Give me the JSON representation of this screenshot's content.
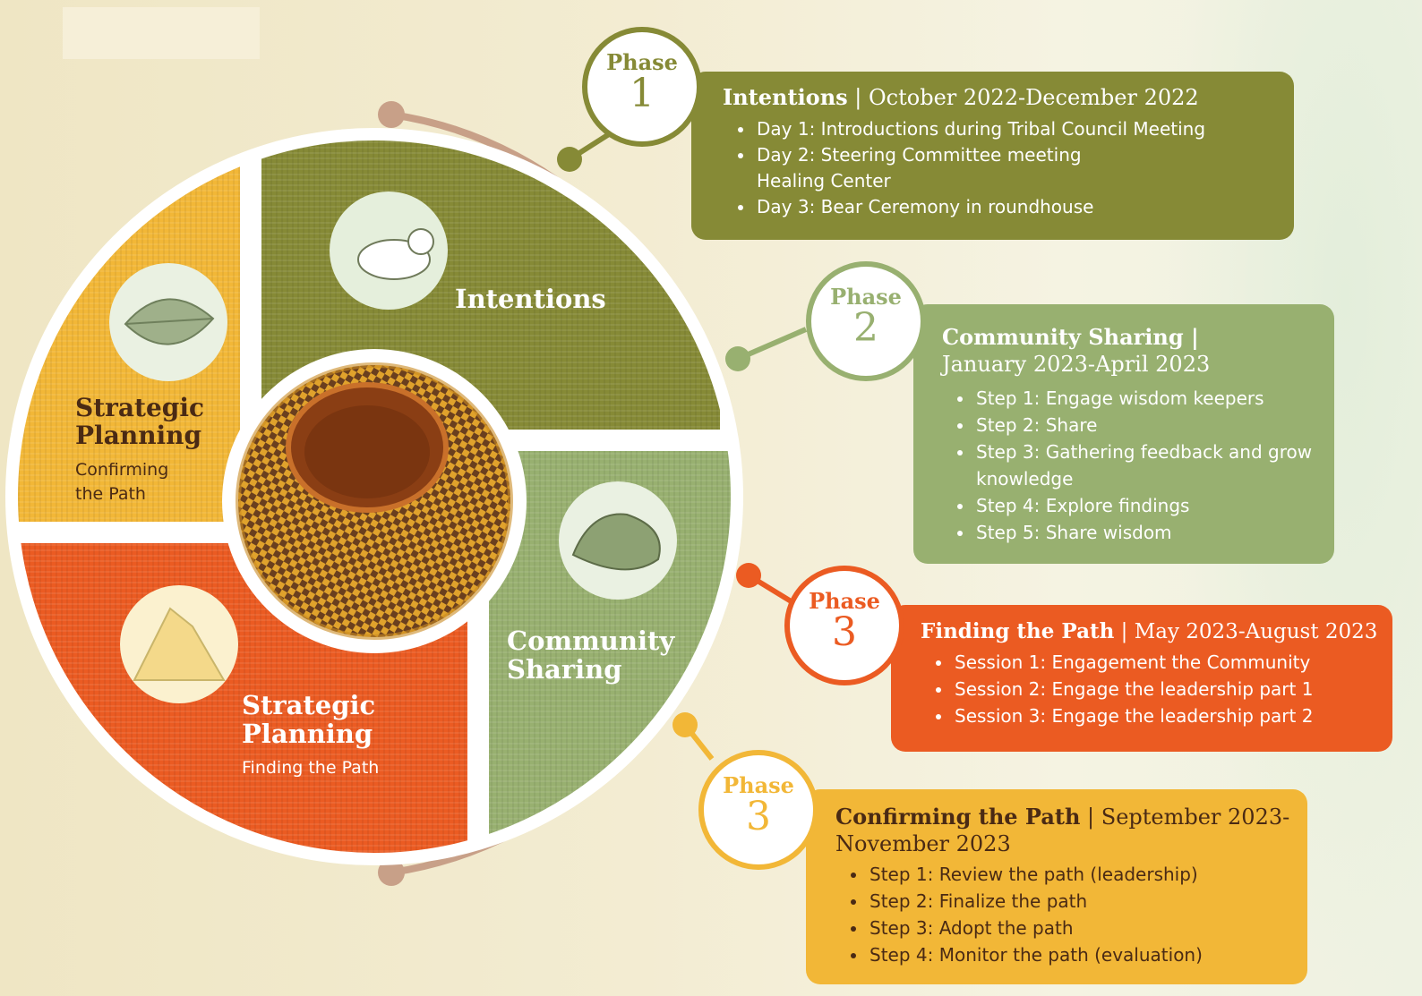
{
  "colors": {
    "olive": "#868a36",
    "sage": "#98b070",
    "orange": "#eb5b22",
    "gold": "#f2b737",
    "ring": "#c8a088"
  },
  "wheel": {
    "intentions": {
      "label": "Intentions",
      "icon": "bear-icon"
    },
    "community": {
      "label_line1": "Community",
      "label_line2": "Sharing",
      "icon": "oak-leaf-icon"
    },
    "finding": {
      "label_line1": "Strategic",
      "label_line2": "Planning",
      "sub": "Finding the Path",
      "icon": "mountain-icon"
    },
    "confirming": {
      "label_line1": "Strategic",
      "label_line2": "Planning",
      "sub_line1": "Confirming",
      "sub_line2": "the Path",
      "icon": "leaf-icon"
    },
    "center_icon": "woven-basket-icon"
  },
  "phases": [
    {
      "word": "Phase",
      "num": "1",
      "title": "Intentions",
      "dates": "October 2022-December 2022",
      "items": [
        "Day 1: Introductions during Tribal Council Meeting",
        "Day 2: Steering Committee meeting",
        "Healing Center",
        "Day 3: Bear Ceremony in roundhouse"
      ]
    },
    {
      "word": "Phase",
      "num": "2",
      "title": "Community Sharing |",
      "dates": "January 2023-April 2023",
      "items": [
        "Step 1: Engage wisdom keepers",
        "Step 2: Share",
        "Step 3:  Gathering feedback and grow knowledge",
        "Step 4: Explore findings",
        "Step 5: Share wisdom"
      ]
    },
    {
      "word": "Phase",
      "num": "3",
      "title": "Finding the Path",
      "dates": "May 2023-August 2023",
      "items": [
        "Session 1: Engagement the Community",
        "Session 2: Engage the leadership part 1",
        "Session 3: Engage the leadership part 2"
      ]
    },
    {
      "word": "Phase",
      "num": "3",
      "title": "Confirming the Path",
      "dates": "September 2023-",
      "dates_line2": "November 2023",
      "items": [
        "Step 1: Review the path (leadership)",
        "Step 2: Finalize the path",
        "Step 3: Adopt the path",
        "Step 4: Monitor the path (evaluation)"
      ]
    }
  ]
}
